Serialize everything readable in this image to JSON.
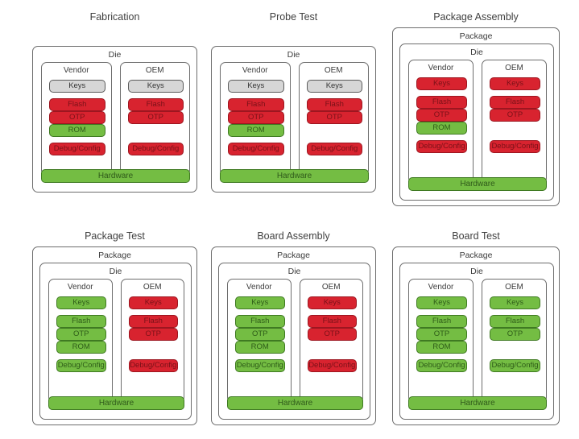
{
  "figure": {
    "title": "",
    "background": "#ffffff",
    "colors": {
      "red_fill": "#d8232f",
      "red_border": "#9d1620",
      "green_fill": "#74bd43",
      "green_border": "#3f7a22",
      "grey_fill": "#d6d6d6",
      "grey_border": "#5a5a5a",
      "box_border": "#6d6d6d",
      "label_text": "#3c3c3c"
    },
    "container_labels": {
      "package": "Package",
      "die": "Die",
      "vendor": "Vendor",
      "oem": "OEM",
      "hardware": "Hardware"
    },
    "asset_labels": {
      "keys": "Keys",
      "flash": "Flash",
      "otp": "OTP",
      "rom": "ROM",
      "debug": "Debug/Config"
    }
  },
  "panels": [
    {
      "id": "fabrication",
      "title": "Fabrication",
      "has_package": false,
      "hardware": {
        "label": "Hardware",
        "state": "green"
      },
      "vendor": {
        "label": "Vendor",
        "items": [
          {
            "label": "Keys",
            "state": "grey"
          },
          {
            "label": "Flash",
            "state": "red"
          },
          {
            "label": "OTP",
            "state": "red"
          },
          {
            "label": "ROM",
            "state": "green"
          },
          {
            "label": "Debug/Config",
            "state": "red"
          }
        ]
      },
      "oem": {
        "label": "OEM",
        "items": [
          {
            "label": "Keys",
            "state": "grey"
          },
          {
            "label": "Flash",
            "state": "red"
          },
          {
            "label": "OTP",
            "state": "red"
          },
          {
            "label": "Debug/Config",
            "state": "red"
          }
        ]
      }
    },
    {
      "id": "probe-test",
      "title": "Probe Test",
      "has_package": false,
      "hardware": {
        "label": "Hardware",
        "state": "green"
      },
      "vendor": {
        "label": "Vendor",
        "items": [
          {
            "label": "Keys",
            "state": "grey"
          },
          {
            "label": "Flash",
            "state": "red"
          },
          {
            "label": "OTP",
            "state": "red"
          },
          {
            "label": "ROM",
            "state": "green"
          },
          {
            "label": "Debug/Config",
            "state": "red"
          }
        ]
      },
      "oem": {
        "label": "OEM",
        "items": [
          {
            "label": "Keys",
            "state": "grey"
          },
          {
            "label": "Flash",
            "state": "red"
          },
          {
            "label": "OTP",
            "state": "red"
          },
          {
            "label": "Debug/Config",
            "state": "red"
          }
        ]
      }
    },
    {
      "id": "package-assembly",
      "title": "Package Assembly",
      "has_package": true,
      "package_label": "Package",
      "hardware": {
        "label": "Hardware",
        "state": "green"
      },
      "vendor": {
        "label": "Vendor",
        "items": [
          {
            "label": "Keys",
            "state": "red"
          },
          {
            "label": "Flash",
            "state": "red"
          },
          {
            "label": "OTP",
            "state": "red"
          },
          {
            "label": "ROM",
            "state": "green"
          },
          {
            "label": "Debug/Config",
            "state": "red"
          }
        ]
      },
      "oem": {
        "label": "OEM",
        "items": [
          {
            "label": "Keys",
            "state": "red"
          },
          {
            "label": "Flash",
            "state": "red"
          },
          {
            "label": "OTP",
            "state": "red"
          },
          {
            "label": "Debug/Config",
            "state": "red"
          }
        ]
      }
    },
    {
      "id": "package-test",
      "title": "Package Test",
      "has_package": true,
      "package_label": "Package",
      "hardware": {
        "label": "Hardware",
        "state": "green"
      },
      "vendor": {
        "label": "Vendor",
        "items": [
          {
            "label": "Keys",
            "state": "green"
          },
          {
            "label": "Flash",
            "state": "green"
          },
          {
            "label": "OTP",
            "state": "green"
          },
          {
            "label": "ROM",
            "state": "green"
          },
          {
            "label": "Debug/Config",
            "state": "green"
          }
        ]
      },
      "oem": {
        "label": "OEM",
        "items": [
          {
            "label": "Keys",
            "state": "red"
          },
          {
            "label": "Flash",
            "state": "red"
          },
          {
            "label": "OTP",
            "state": "red"
          },
          {
            "label": "Debug/Config",
            "state": "red"
          }
        ]
      }
    },
    {
      "id": "board-assembly",
      "title": "Board Assembly",
      "has_package": true,
      "package_label": "Package",
      "hardware": {
        "label": "Hardware",
        "state": "green"
      },
      "vendor": {
        "label": "Vendor",
        "items": [
          {
            "label": "Keys",
            "state": "green"
          },
          {
            "label": "Flash",
            "state": "green"
          },
          {
            "label": "OTP",
            "state": "green"
          },
          {
            "label": "ROM",
            "state": "green"
          },
          {
            "label": "Debug/Config",
            "state": "green"
          }
        ]
      },
      "oem": {
        "label": "OEM",
        "items": [
          {
            "label": "Keys",
            "state": "red"
          },
          {
            "label": "Flash",
            "state": "red"
          },
          {
            "label": "OTP",
            "state": "red"
          },
          {
            "label": "Debug/Config",
            "state": "red"
          }
        ]
      }
    },
    {
      "id": "board-test",
      "title": "Board Test",
      "has_package": true,
      "package_label": "Package",
      "hardware": {
        "label": "Hardware",
        "state": "green"
      },
      "vendor": {
        "label": "Vendor",
        "items": [
          {
            "label": "Keys",
            "state": "green"
          },
          {
            "label": "Flash",
            "state": "green"
          },
          {
            "label": "OTP",
            "state": "green"
          },
          {
            "label": "ROM",
            "state": "green"
          },
          {
            "label": "Debug/Config",
            "state": "green"
          }
        ]
      },
      "oem": {
        "label": "OEM",
        "items": [
          {
            "label": "Keys",
            "state": "green"
          },
          {
            "label": "Flash",
            "state": "green"
          },
          {
            "label": "OTP",
            "state": "green"
          },
          {
            "label": "Debug/Config",
            "state": "green"
          }
        ]
      }
    }
  ]
}
